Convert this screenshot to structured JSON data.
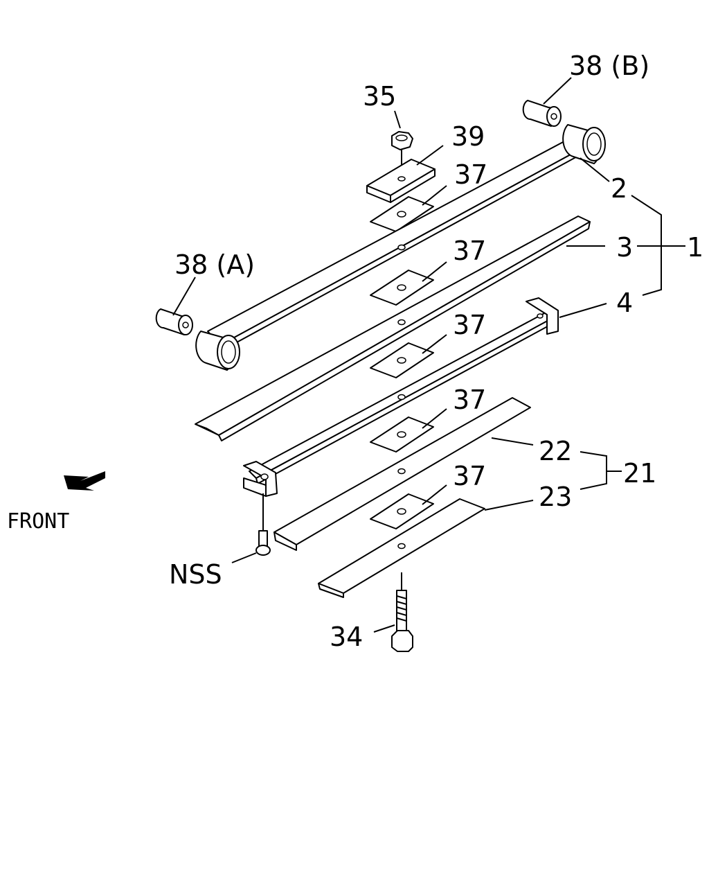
{
  "labels": {
    "p1": "1",
    "p2": "2",
    "p3": "3",
    "p4": "4",
    "p21": "21",
    "p22": "22",
    "p23": "23",
    "p34": "34",
    "p35": "35",
    "p37a": "37",
    "p37b": "37",
    "p37c": "37",
    "p37d": "37",
    "p37e": "37",
    "p38a": "38 (A)",
    "p38b": "38 (B)",
    "p39": "39",
    "nss": "NSS",
    "front": "FRONT"
  }
}
